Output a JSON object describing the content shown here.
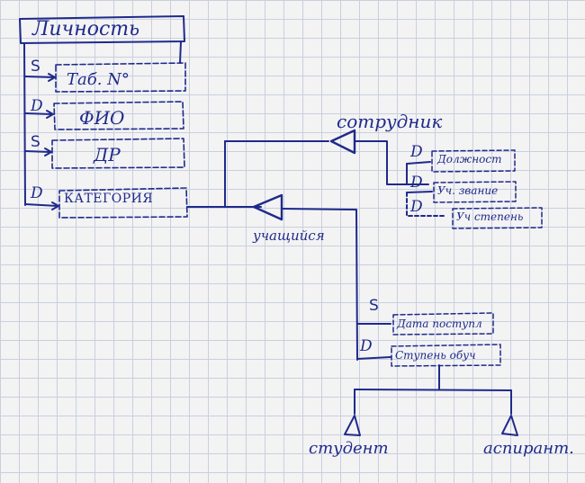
{
  "diagram": {
    "entity_person": {
      "title": "Личность",
      "attributes": [
        {
          "marker": "S",
          "label": "Таб. N°"
        },
        {
          "marker": "D",
          "label": "ФИО"
        },
        {
          "marker": "S",
          "label": "ДР"
        },
        {
          "marker": "D",
          "label": "КАТЕГОРИЯ"
        }
      ]
    },
    "subtype_employee": {
      "title": "сотрудник",
      "attributes": [
        {
          "marker": "D",
          "label": "Должност"
        },
        {
          "marker": "D",
          "label": "Уч. звание"
        },
        {
          "marker": "D",
          "label": "Уч степень"
        }
      ]
    },
    "subtype_learner": {
      "title": "учащийся",
      "attributes": [
        {
          "marker": "S",
          "label": "Дата поступл"
        },
        {
          "marker": "D",
          "label": "Ступень обуч"
        }
      ]
    },
    "subtypes_of_learner": [
      "студент",
      "аспирант."
    ],
    "ink_color": "#1f2a8a",
    "grid_color": "#c9cfdd"
  }
}
